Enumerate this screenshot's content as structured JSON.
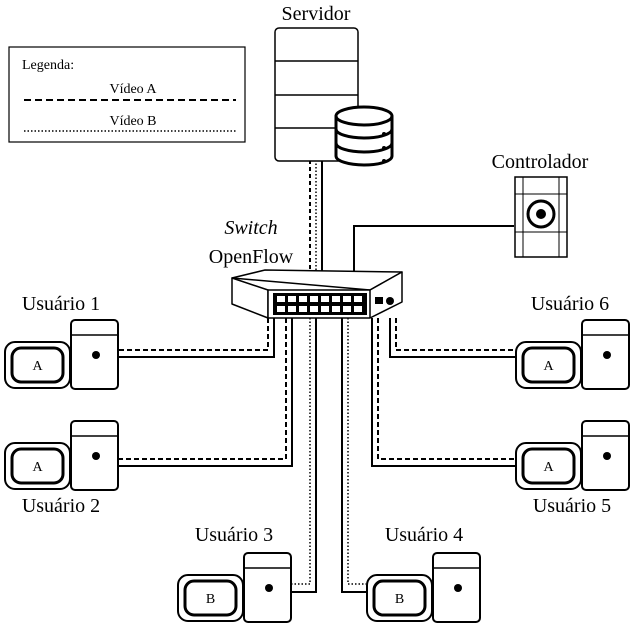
{
  "legend": {
    "title": "Legenda:",
    "items": [
      {
        "label": "Vídeo A",
        "style": "dashed"
      },
      {
        "label": "Vídeo B",
        "style": "dotted"
      }
    ]
  },
  "server": {
    "label": "Servidor",
    "icon": "server-rack-icon"
  },
  "controller": {
    "label": "Controlador",
    "icon": "controller-icon"
  },
  "switch": {
    "label_italic": "Switch",
    "label": "OpenFlow",
    "icon": "switch-icon"
  },
  "users": [
    {
      "label": "Usuário 1",
      "video": "A"
    },
    {
      "label": "Usuário 2",
      "video": "A"
    },
    {
      "label": "Usuário 3",
      "video": "B"
    },
    {
      "label": "Usuário 4",
      "video": "B"
    },
    {
      "label": "Usuário 5",
      "video": "A"
    },
    {
      "label": "Usuário 6",
      "video": "A"
    }
  ],
  "colors": {
    "line": "#000000",
    "background": "#ffffff"
  }
}
